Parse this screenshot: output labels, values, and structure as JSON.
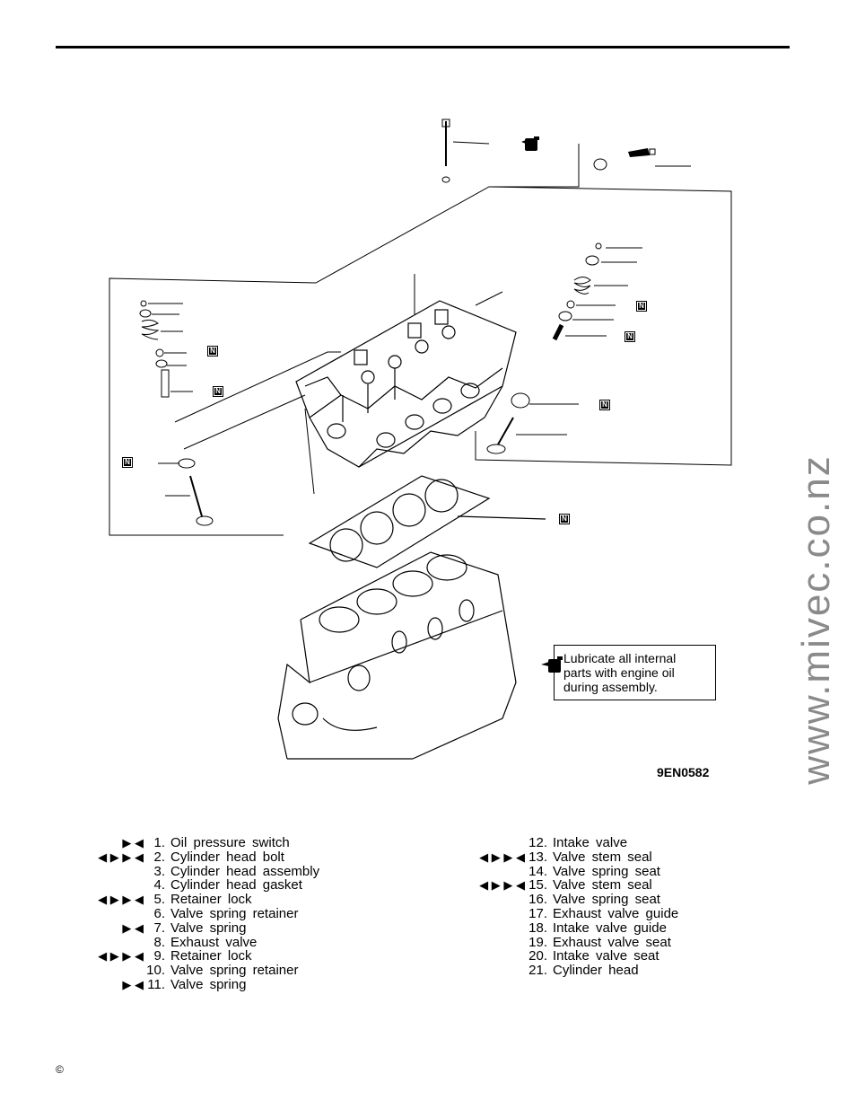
{
  "note": {
    "lines": [
      "Lubricate all internal",
      "parts with engine oil",
      "during assembly."
    ]
  },
  "figure_id": "9EN0582",
  "watermark": "www.mivec.co.nz",
  "badge_letter": "N",
  "icons": {
    "oil_can": "oil-can-icon",
    "sealant_tube": "sealant-tube-icon",
    "new_part_badge": "new-part-icon"
  },
  "parts_left": [
    {
      "marks": "▶ ◀",
      "num": "1.",
      "name": "Oil pressure switch"
    },
    {
      "marks": "◀ ▶ ▶ ◀",
      "num": "2.",
      "name": "Cylinder head bolt"
    },
    {
      "marks": "",
      "num": "3.",
      "name": "Cylinder head assembly"
    },
    {
      "marks": "",
      "num": "4.",
      "name": "Cylinder head gasket"
    },
    {
      "marks": "◀ ▶ ▶ ◀",
      "num": "5.",
      "name": "Retainer lock"
    },
    {
      "marks": "",
      "num": "6.",
      "name": "Valve spring retainer"
    },
    {
      "marks": "▶ ◀",
      "num": "7.",
      "name": "Valve spring"
    },
    {
      "marks": "",
      "num": "8.",
      "name": "Exhaust valve"
    },
    {
      "marks": "◀ ▶ ▶ ◀",
      "num": "9.",
      "name": "Retainer lock"
    },
    {
      "marks": "",
      "num": "10.",
      "name": "Valve spring retainer"
    },
    {
      "marks": "▶ ◀",
      "num": "11.",
      "name": "Valve spring"
    }
  ],
  "parts_right": [
    {
      "marks": "",
      "num": "12.",
      "name": "Intake valve"
    },
    {
      "marks": "◀ ▶ ▶ ◀",
      "num": "13.",
      "name": "Valve stem seal"
    },
    {
      "marks": "",
      "num": "14.",
      "name": "Valve spring seat"
    },
    {
      "marks": "◀ ▶ ▶ ◀",
      "num": "15.",
      "name": "Valve stem seal"
    },
    {
      "marks": "",
      "num": "16.",
      "name": "Valve spring seat"
    },
    {
      "marks": "",
      "num": "17.",
      "name": "Exhaust valve guide"
    },
    {
      "marks": "",
      "num": "18.",
      "name": "Intake valve guide"
    },
    {
      "marks": "",
      "num": "19.",
      "name": "Exhaust valve seat"
    },
    {
      "marks": "",
      "num": "20.",
      "name": "Intake valve seat"
    },
    {
      "marks": "",
      "num": "21.",
      "name": "Cylinder head"
    }
  ],
  "copyright": "©"
}
